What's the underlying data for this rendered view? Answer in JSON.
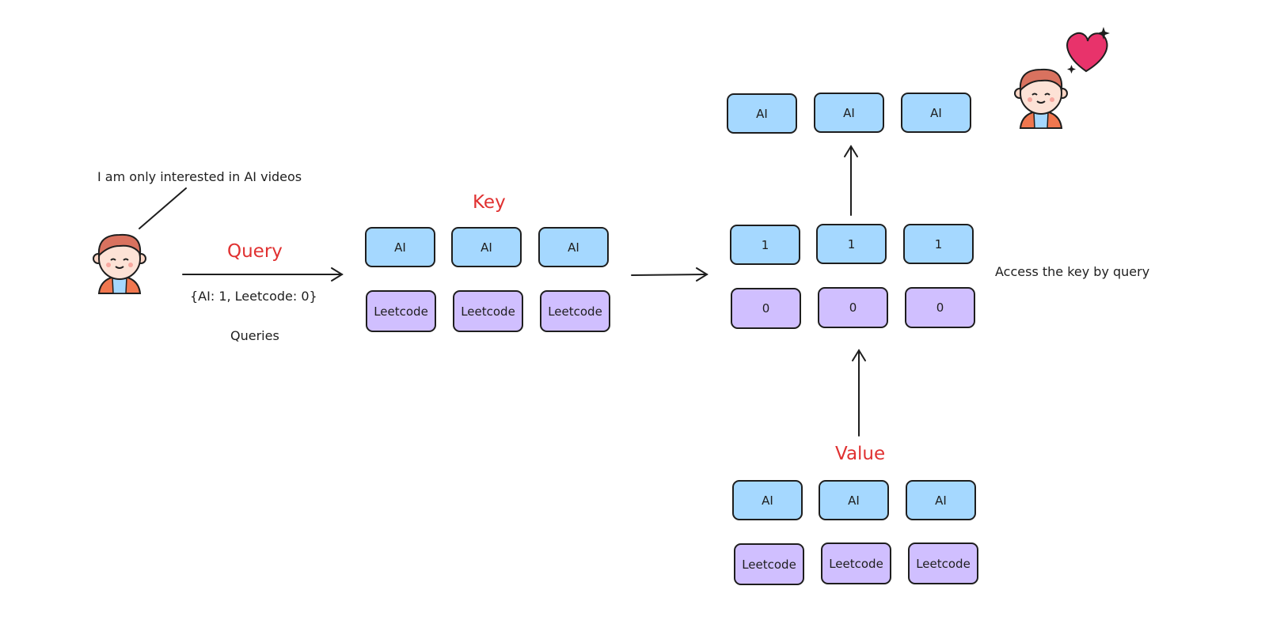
{
  "colors": {
    "blue_fill": "#a5d8ff",
    "purple_fill": "#d0bfff",
    "red_label": "#e03131",
    "stroke": "#1e1e1e",
    "heart": "#e8336b"
  },
  "icons": {
    "person": "person-icon",
    "heart": "heart-icon"
  },
  "speech": "I am only interested in AI videos",
  "query": {
    "title": "Query",
    "value": "{AI: 1, Leetcode: 0}",
    "caption": "Queries"
  },
  "key": {
    "title": "Key",
    "top": [
      "AI",
      "AI",
      "AI"
    ],
    "bottom": [
      "Leetcode",
      "Leetcode",
      "Leetcode"
    ]
  },
  "scores": {
    "top": [
      "1",
      "1",
      "1"
    ],
    "bottom": [
      "0",
      "0",
      "0"
    ]
  },
  "note": "Access the key by query",
  "value": {
    "title": "Value",
    "top": [
      "AI",
      "AI",
      "AI"
    ],
    "bottom": [
      "Leetcode",
      "Leetcode",
      "Leetcode"
    ]
  },
  "result": [
    "AI",
    "AI",
    "AI"
  ]
}
